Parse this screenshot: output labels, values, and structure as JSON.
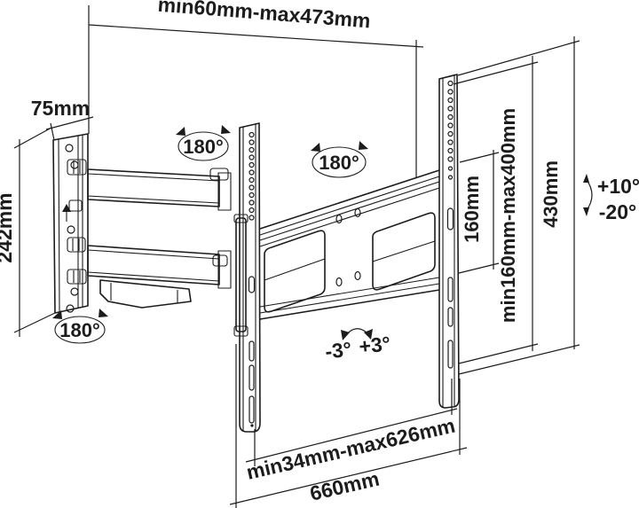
{
  "page": {
    "background": "#ffffff",
    "line_color": "#1c1c1c",
    "subject": "articulating TV wall mount bracket dimensional drawing"
  },
  "labels": {
    "extension_range": "min60mm-max473mm",
    "wall_plate_width": "75mm",
    "wall_plate_height": "242mm",
    "swivel": "180°",
    "vesa_fixed_vertical": "160mm",
    "vesa_vertical_range": "min160mm-max400mm",
    "plate_height": "430mm",
    "tilt_up": "+10°",
    "tilt_down": "-20°",
    "roll_left": "-3°",
    "roll_right": "+3°",
    "vesa_horizontal_range": "min34mm-max626mm",
    "plate_width": "660mm"
  }
}
